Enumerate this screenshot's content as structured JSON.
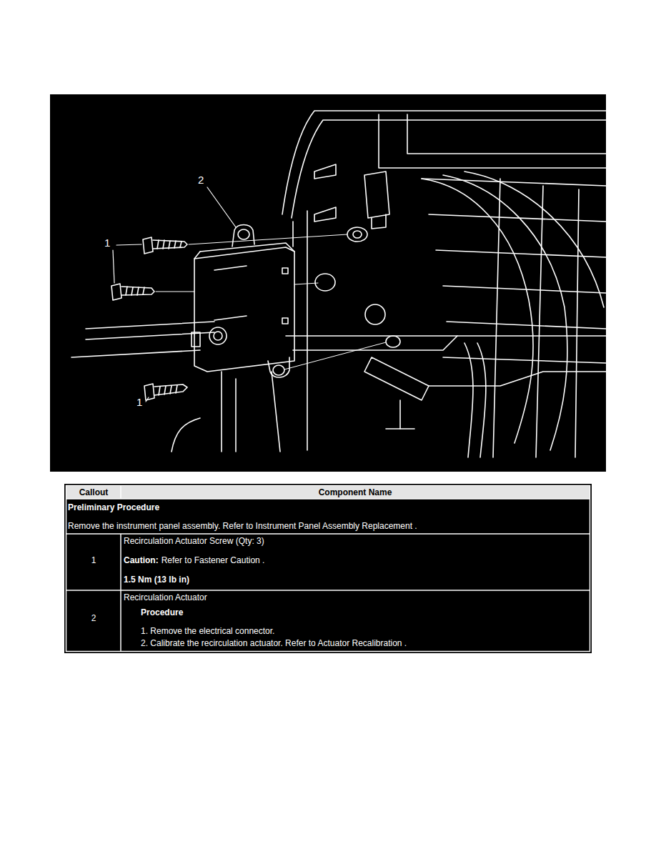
{
  "diagram": {
    "labels": [
      "2",
      "1",
      "1",
      "Callout",
      "Component Name",
      "Preliminary Procedure",
      "Remove the instrument panel assembly. Refer to Instrument Panel Assembly Replacement .",
      "1",
      "Recirculation Actuator Screw (Qty: 3)",
      "Caution:",
      "Refer to Fastener Caution .",
      "1.5 Nm (13 lb in)",
      "Recirculation Actuator",
      "2",
      "Procedure",
      "1. Remove the electrical connector.",
      "2. Calibrate the recirculation actuator. Refer to Actuator Recalibration ."
    ]
  }
}
